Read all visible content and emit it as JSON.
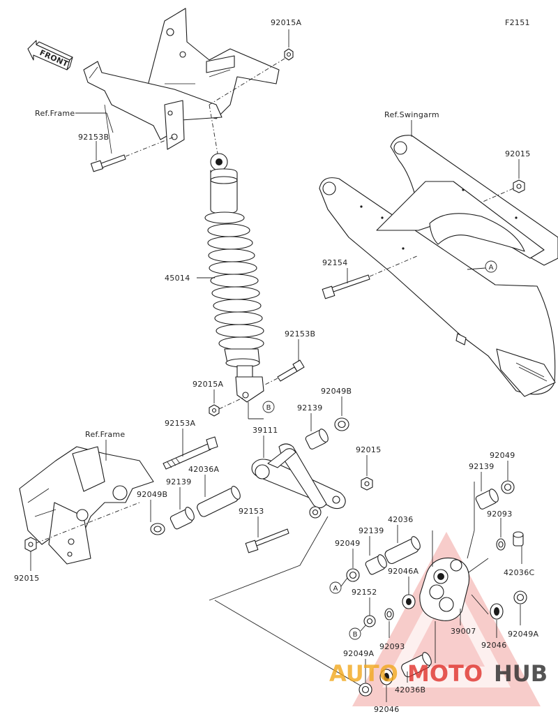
{
  "figure_id": "F2151",
  "front_label": "FRONT",
  "ref_labels": {
    "frame_top": "Ref.Frame",
    "frame_bottom": "Ref.Frame",
    "swingarm": "Ref.Swingarm"
  },
  "parts": {
    "p92015A_top": "92015A",
    "p92153B_top": "92153B",
    "p92015_swingarm": "92015",
    "p92154": "92154",
    "p45014": "45014",
    "p92153B_mid": "92153B",
    "p92015A_mid": "92015A",
    "p92049B_right": "92049B",
    "p92153A": "92153A",
    "p39111": "39111",
    "p92139_top": "92139",
    "p92015_mid": "92015",
    "p42036A": "42036A",
    "p92139_left": "92139",
    "p92049B_left": "92049B",
    "p92153": "92153",
    "p92015_bottom": "92015",
    "p92049_right": "92049",
    "p92139_right": "92139",
    "p92093_right": "92093",
    "p42036C": "42036C",
    "p42036": "42036",
    "p92139_center": "92139",
    "p92049_center": "92049",
    "p92046A": "92046A",
    "p92152": "92152",
    "p39007": "39007",
    "p92049A_right": "92049A",
    "p92093_center": "92093",
    "p92046_right": "92046",
    "p92049A_left": "92049A",
    "p42036B": "42036B",
    "p92046_bottom": "92046"
  },
  "callouts": {
    "a_swingarm": "A",
    "b_shock": "B",
    "a_linkage": "A",
    "b_linkage": "B"
  },
  "watermark": {
    "part1": "AUTO",
    "part2": "MOTO",
    "part3": "HUB",
    "color_orange": "#f2a81d",
    "color_red": "#e0312b",
    "color_dark": "#2a2a2a"
  }
}
